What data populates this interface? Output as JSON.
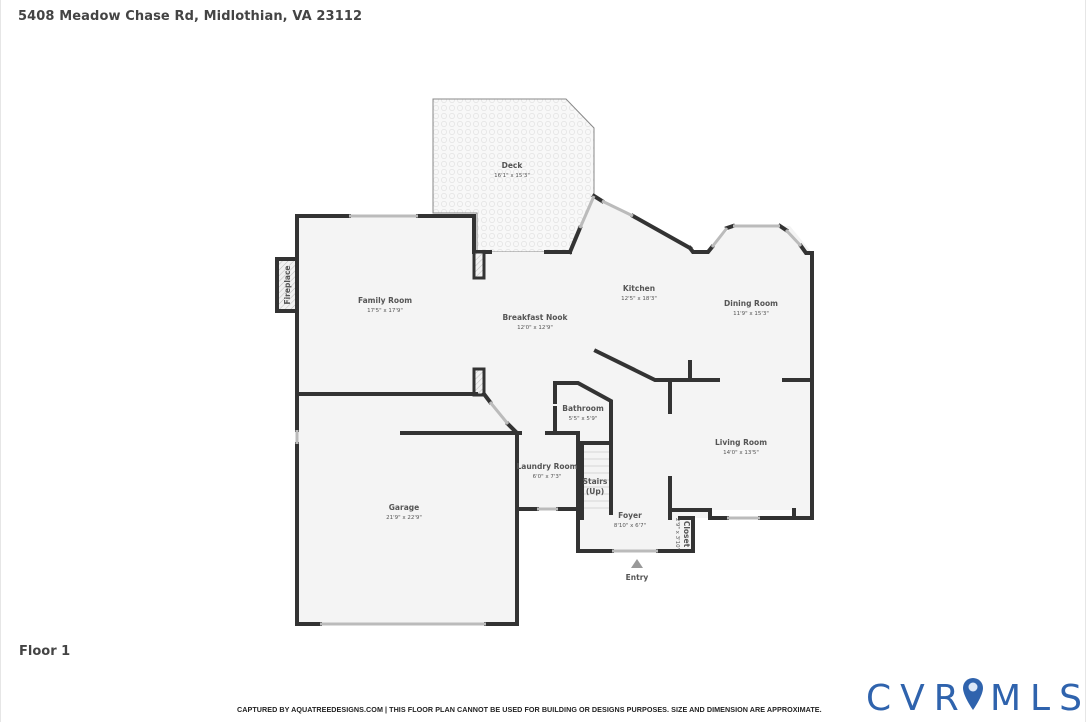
{
  "header": {
    "address": "5408 Meadow Chase Rd, Midlothian, VA 23112"
  },
  "floor": {
    "label": "Floor 1"
  },
  "rooms": [
    {
      "name": "Deck",
      "dimensions": "16'1\" x 15'3\""
    },
    {
      "name": "Family Room",
      "dimensions": "17'5\" x 17'9\""
    },
    {
      "name": "Fireplace",
      "dimensions": ""
    },
    {
      "name": "Breakfast Nook",
      "dimensions": "12'0\" x 12'9\""
    },
    {
      "name": "Kitchen",
      "dimensions": "12'5\" x 18'3\""
    },
    {
      "name": "Dining Room",
      "dimensions": "11'9\" x 15'3\""
    },
    {
      "name": "Bathroom",
      "dimensions": "5'5\" x 5'9\""
    },
    {
      "name": "Living Room",
      "dimensions": "14'0\" x 13'5\""
    },
    {
      "name": "Laundry Room",
      "dimensions": "6'0\" x 7'3\""
    },
    {
      "name": "Stairs",
      "dimensions": "(Up)"
    },
    {
      "name": "Garage",
      "dimensions": "21'9\" x 22'9\""
    },
    {
      "name": "Foyer",
      "dimensions": "8'10\" x 6'7\""
    },
    {
      "name": "Closet",
      "dimensions": "2'9\" x 3'10\""
    }
  ],
  "entry": {
    "label": "Entry",
    "icon": "triangle-up-icon"
  },
  "footer": {
    "disclaimer": "CAPTURED BY AQUATREEDESIGNS.COM | THIS FLOOR PLAN CANNOT BE USED FOR BUILDING OR DESIGNS PURPOSES. SIZE AND DIMENSION ARE APPROXIMATE.",
    "logo_text_left": "CVR",
    "logo_text_right": "MLS",
    "logo_color": "#2f63ad"
  },
  "colors": {
    "wall": "#333333",
    "floor_fill": "#f4f4f4",
    "deck_fill": "#f7f7f7",
    "window": "#d6d6d6",
    "text": "#555555"
  }
}
